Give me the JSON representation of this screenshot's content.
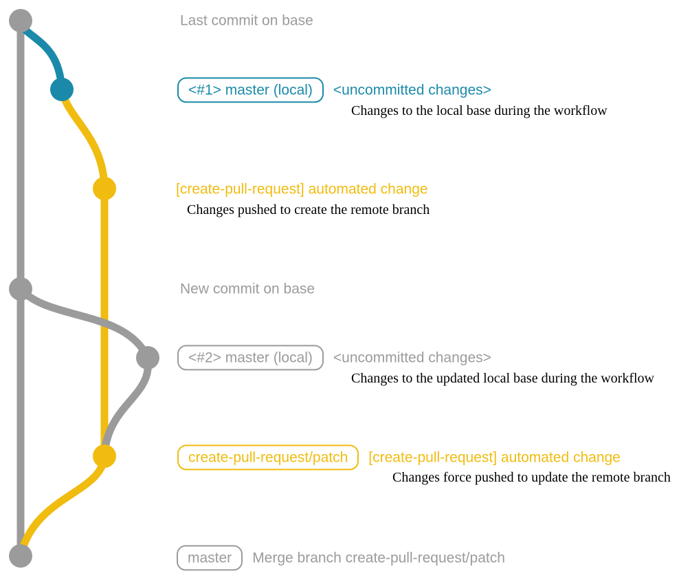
{
  "colors": {
    "gray": "#9b9b9b",
    "blue": "#1b8aaa",
    "yellow": "#f0bc10",
    "ink": "#000000",
    "bg": "#ffffff"
  },
  "graph": {
    "commits": [
      {
        "id": "base-last",
        "color": "gray"
      },
      {
        "id": "local-1",
        "color": "blue"
      },
      {
        "id": "push",
        "color": "yellow"
      },
      {
        "id": "base-new",
        "color": "gray"
      },
      {
        "id": "local-2",
        "color": "gray"
      },
      {
        "id": "force-push",
        "color": "yellow"
      },
      {
        "id": "merge",
        "color": "gray"
      }
    ]
  },
  "annotations": {
    "base_last": {
      "title": "Last commit on base"
    },
    "local_commit_1": {
      "branch_label": "<#1> master (local)",
      "status": "<uncommitted changes>",
      "description": "Changes to the local base during the workflow"
    },
    "push_commit": {
      "message": "[create-pull-request] automated change",
      "description": "Changes pushed to create the remote branch"
    },
    "base_new": {
      "title": "New commit on base"
    },
    "local_commit_2": {
      "branch_label": "<#2> master (local)",
      "status": "<uncommitted changes>",
      "description": "Changes to the updated local base during the workflow"
    },
    "force_push_commit": {
      "branch_label": "create-pull-request/patch",
      "message": "[create-pull-request] automated change",
      "description": "Changes force pushed to update the remote branch"
    },
    "merge_commit": {
      "branch_label": "master",
      "message": "Merge branch create-pull-request/patch"
    }
  }
}
